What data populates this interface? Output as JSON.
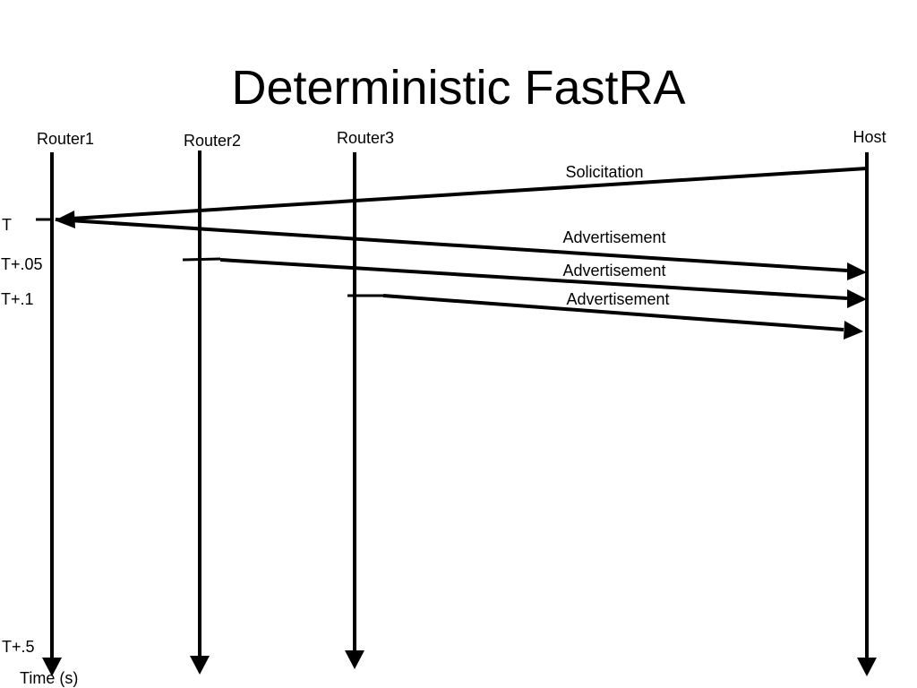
{
  "slide": {
    "title": "Deterministic FastRA"
  },
  "lifelines": {
    "router1": "Router1",
    "router2": "Router2",
    "router3": "Router3",
    "host": "Host"
  },
  "messages": {
    "solicitation": "Solicitation",
    "advertisement_1": "Advertisement",
    "advertisement_2": "Advertisement",
    "advertisement_3": "Advertisement"
  },
  "time_axis": {
    "t0": "T",
    "t1": "T+.05",
    "t2": "T+.1",
    "t3": "T+.5",
    "label": "Time (s)"
  }
}
